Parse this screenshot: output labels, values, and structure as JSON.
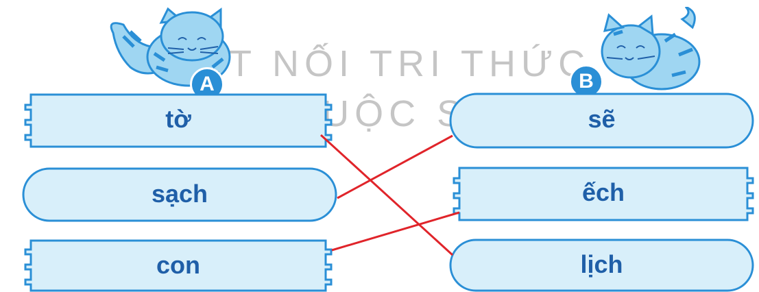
{
  "watermark": {
    "line1": "KẾT NỐI TRI THỨC",
    "line2": "VỚI CUỘC SỐNG"
  },
  "column_a": {
    "badge": "A",
    "words": [
      "tờ",
      "sạch",
      "con"
    ]
  },
  "column_b": {
    "badge": "B",
    "words": [
      "sẽ",
      "ếch",
      "lịch"
    ]
  },
  "colors": {
    "box_fill": "#d8effa",
    "box_stroke": "#2a8fd6",
    "word": "#1f5fa8",
    "line": "#e0242a"
  }
}
